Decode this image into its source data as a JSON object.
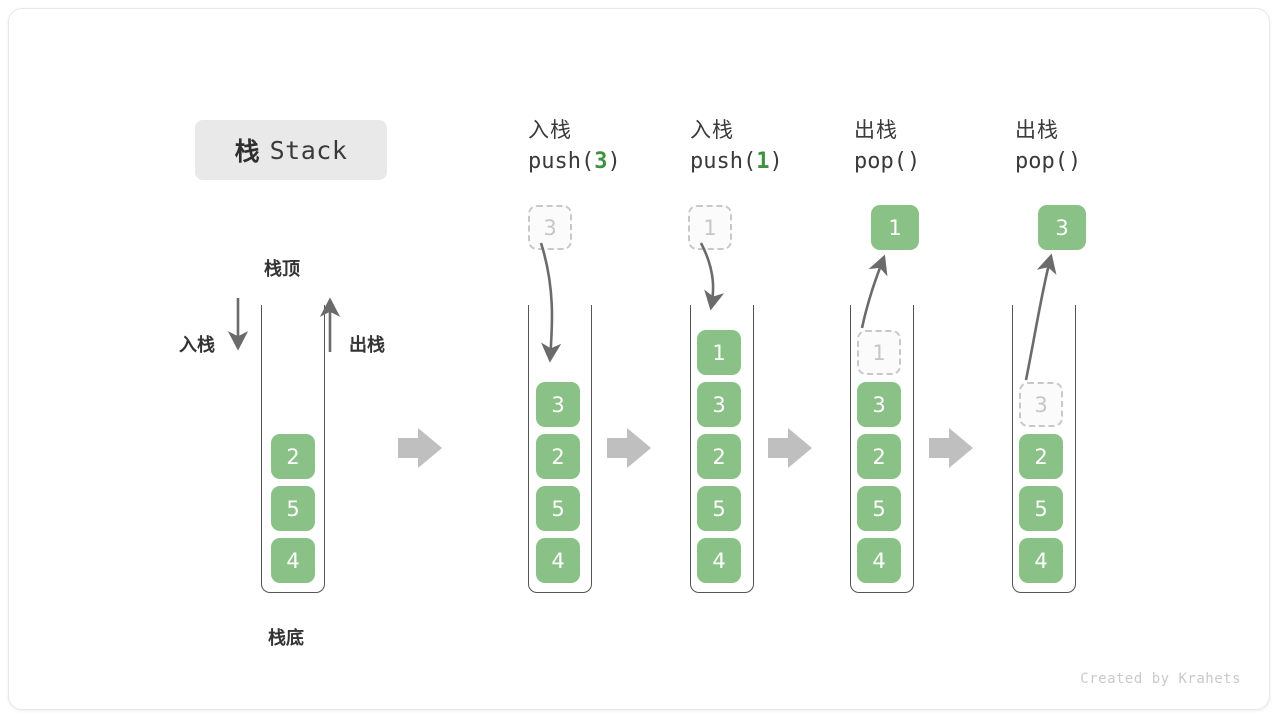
{
  "title": {
    "cn": "栈",
    "en": "Stack"
  },
  "labels": {
    "top": "栈顶",
    "bottom": "栈底",
    "push": "入栈",
    "pop": "出栈"
  },
  "colors": {
    "cell_green": "#8ac186",
    "accent_green": "#3f9142",
    "arrow_gray": "#bfbfbf",
    "stroke_gray": "#6b6b6b",
    "ghost_border": "#c8c8c8",
    "chip_bg": "#e9e9e9"
  },
  "initial_stack": {
    "cells": [
      "2",
      "5",
      "4"
    ]
  },
  "steps": [
    {
      "op_cn": "入栈",
      "op_code_prefix": "push(",
      "op_code_arg": "3",
      "op_code_suffix": ")",
      "incoming": "3",
      "cells": [
        "3",
        "2",
        "5",
        "4"
      ],
      "ghost_index": -1
    },
    {
      "op_cn": "入栈",
      "op_code_prefix": "push(",
      "op_code_arg": "1",
      "op_code_suffix": ")",
      "incoming": "1",
      "cells": [
        "1",
        "3",
        "2",
        "5",
        "4"
      ],
      "ghost_index": -1
    },
    {
      "op_cn": "出栈",
      "op_code_prefix": "pop(",
      "op_code_arg": "",
      "op_code_suffix": ")",
      "outgoing": "1",
      "cells": [
        "1",
        "3",
        "2",
        "5",
        "4"
      ],
      "ghost_index": 0
    },
    {
      "op_cn": "出栈",
      "op_code_prefix": "pop(",
      "op_code_arg": "",
      "op_code_suffix": ")",
      "outgoing": "3",
      "cells": [
        "3",
        "2",
        "5",
        "4"
      ],
      "ghost_index": 0
    }
  ],
  "credit": "Created by Krahets",
  "chart_data": {
    "type": "diagram",
    "title": "栈 Stack",
    "description": "Stack push/pop operation sequence diagram",
    "initial": [
      "2",
      "5",
      "4"
    ],
    "operations": [
      {
        "label": "入栈 push(3)",
        "result": [
          "3",
          "2",
          "5",
          "4"
        ]
      },
      {
        "label": "入栈 push(1)",
        "result": [
          "1",
          "3",
          "2",
          "5",
          "4"
        ]
      },
      {
        "label": "出栈 pop()",
        "removed": "1",
        "result": [
          "3",
          "2",
          "5",
          "4"
        ]
      },
      {
        "label": "出栈 pop()",
        "removed": "3",
        "result": [
          "2",
          "5",
          "4"
        ]
      }
    ]
  }
}
